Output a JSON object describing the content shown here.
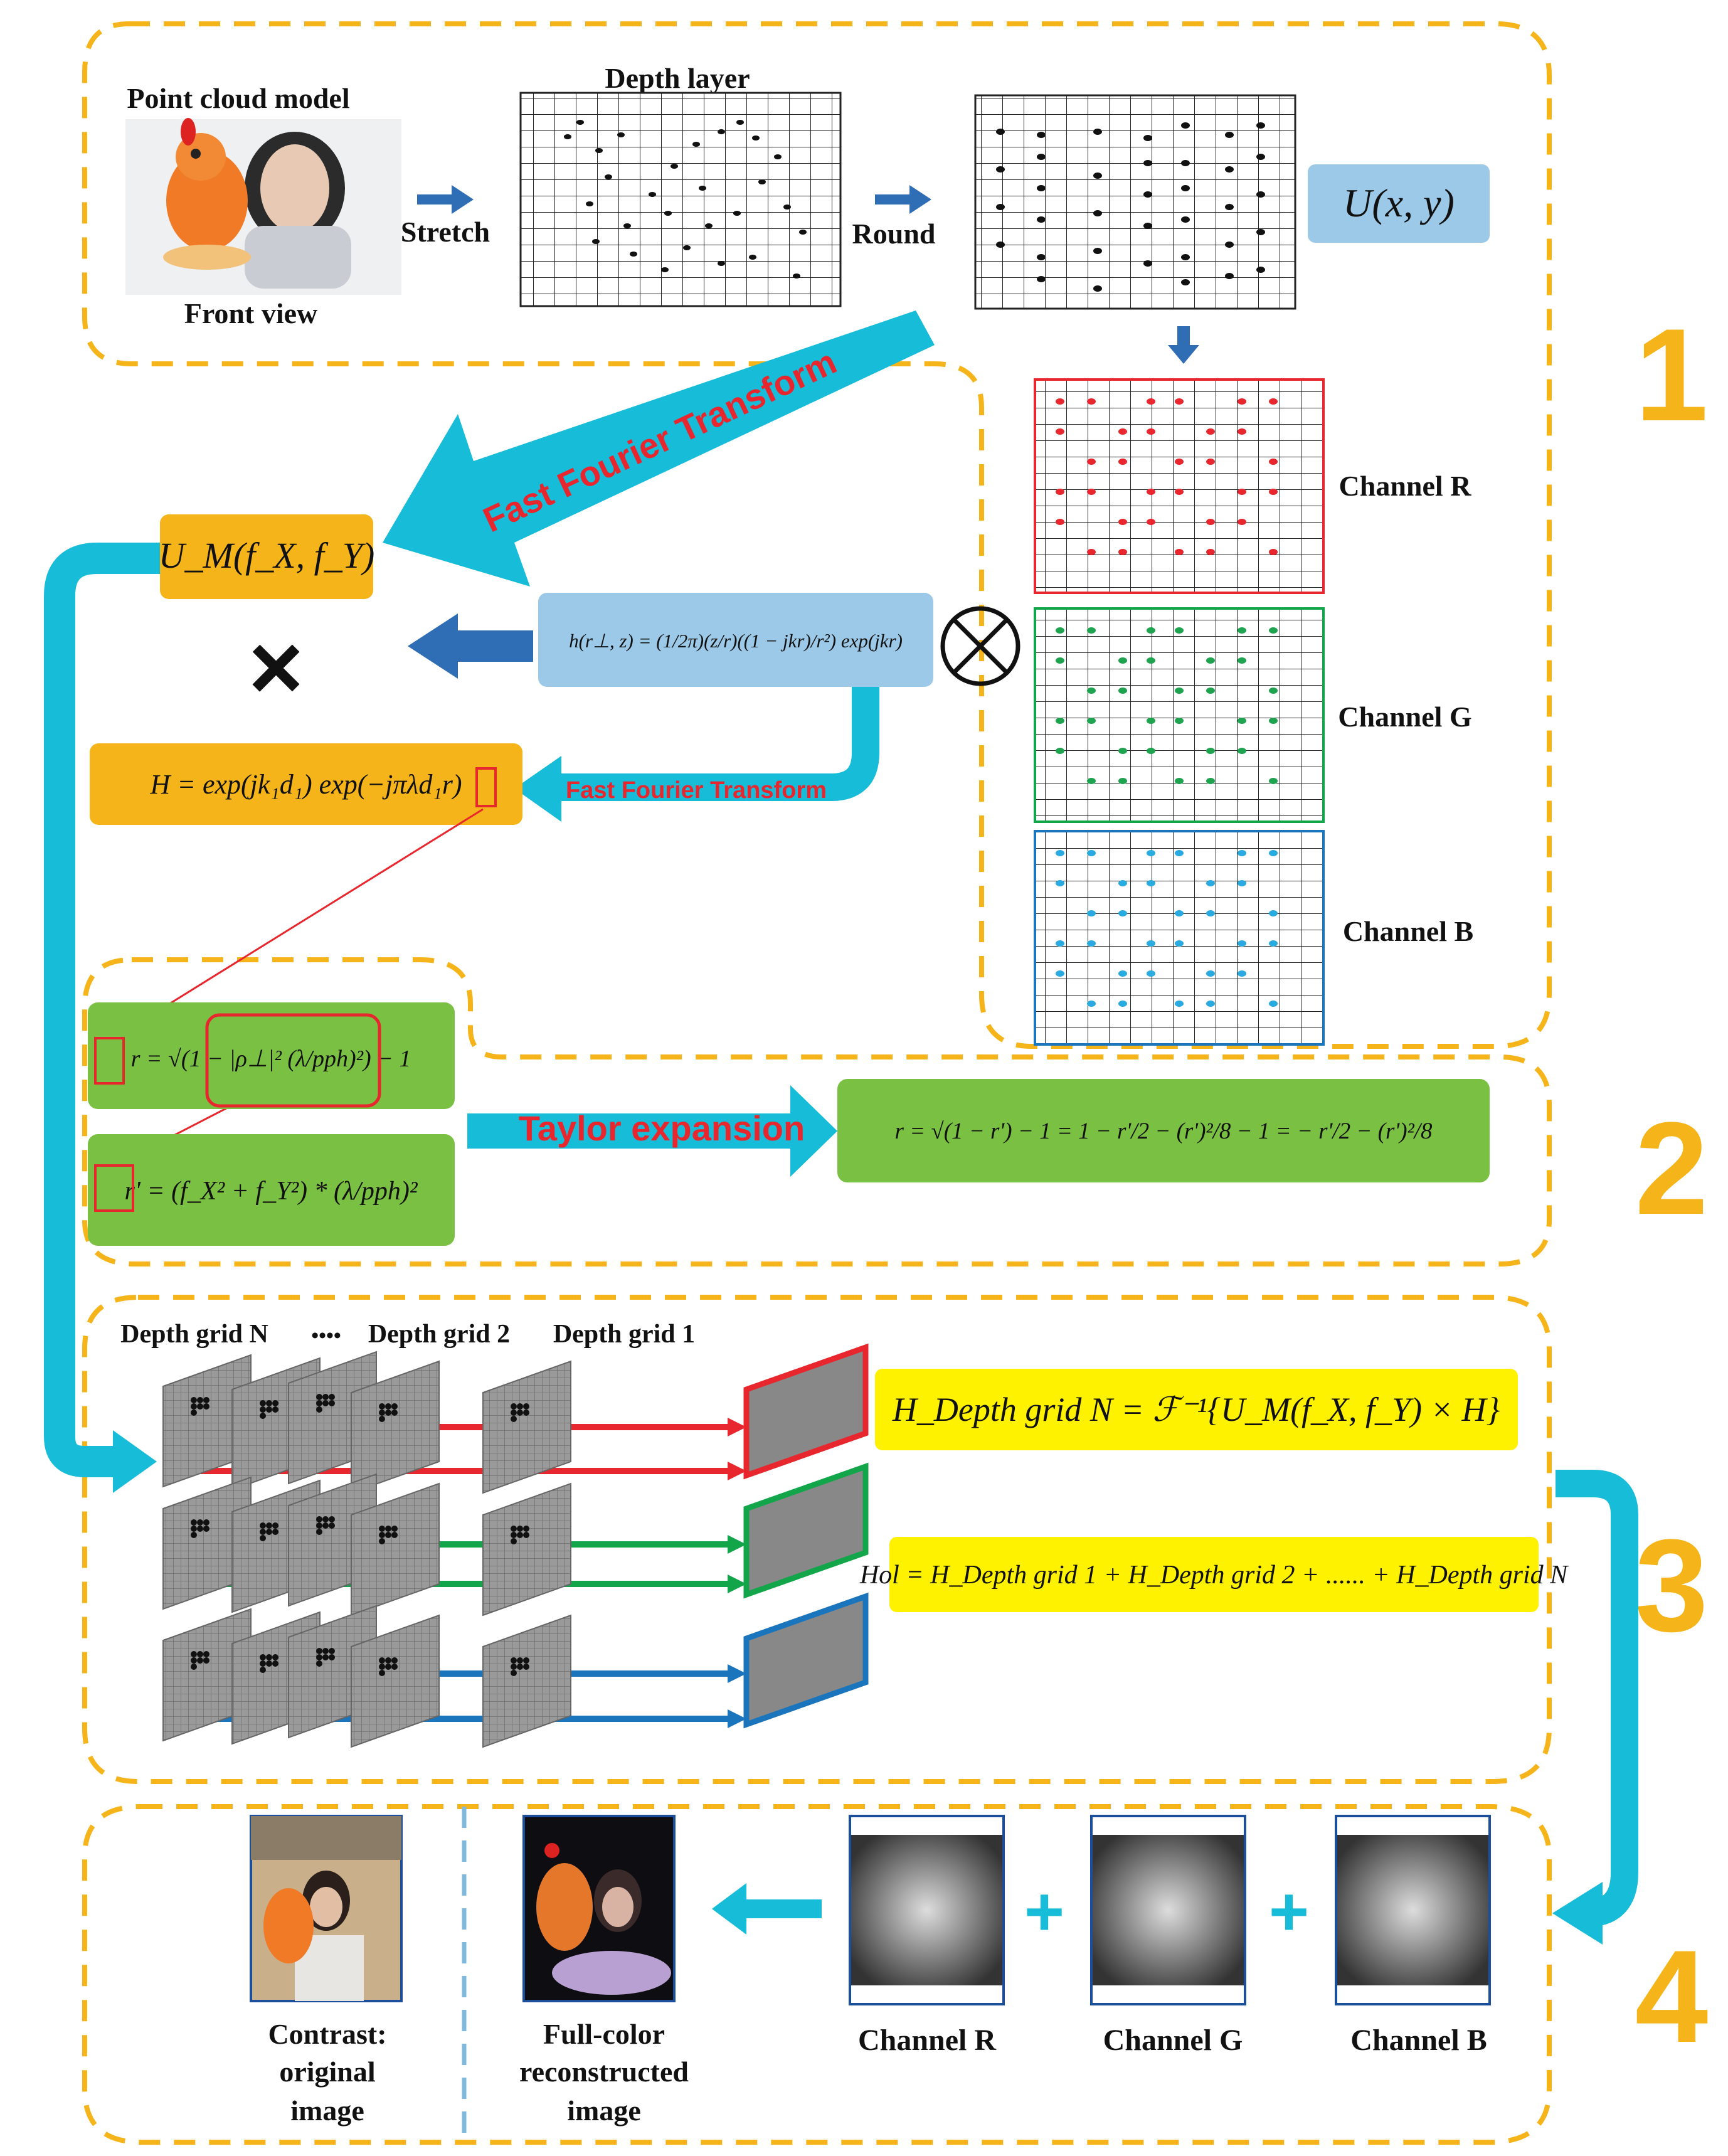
{
  "labels": {
    "point_cloud_model": "Point cloud model",
    "front_view": "Front view",
    "depth_layer": "Depth layer",
    "stretch": "Stretch",
    "round": "Round",
    "u_xy": "U(x, y)",
    "fft_big": "Fast Fourier Transform",
    "fft_small": "Fast Fourier Transform",
    "channel_r": "Channel R",
    "channel_g": "Channel G",
    "channel_b": "Channel B",
    "um_box": "U_M(f_X, f_Y)",
    "impulse_response": "h(r⊥, z) = (1/2π)(z/r)((1 − jkr)/r²) exp(jkr)",
    "transfer_function": "H = exp(jk₁d₁) exp(−jπλd₁r)",
    "r_formula": "r = √(1 − |ρ⊥|² (λ/pph)²) − 1",
    "r_prime_formula": "r' = (f_X² + f_Y²) * (λ/pph)²",
    "taylor_expansion": "Taylor expansion",
    "taylor_formula": "r = √(1 − r') − 1 = 1 − r'/2 − (r')²/8 − 1 = − r'/2 − (r')²/8",
    "depth_grid_n": "Depth grid N",
    "depth_grid_2": "Depth grid 2",
    "depth_grid_1": "Depth grid 1",
    "ellipsis": "••••",
    "h_depth_grid": "H_Depth grid N = ℱ⁻¹{U_M(f_X, f_Y) × H}",
    "hol_formula": "Hol = H_Depth grid 1 + H_Depth grid 2 + ...... + H_Depth grid N",
    "contrast_line1": "Contrast:",
    "contrast_line2": "original",
    "contrast_line3": "image",
    "fullcolor_line1": "Full-color",
    "fullcolor_line2": "reconstructed",
    "fullcolor_line3": "image",
    "out_channel_r": "Channel R",
    "out_channel_g": "Channel G",
    "out_channel_b": "Channel B",
    "plus": "+",
    "step1": "1",
    "step2": "2",
    "step3": "3",
    "step4": "4",
    "multiply": "×"
  },
  "colors": {
    "dashed_border": "#f5b51a",
    "cyan_arrow": "#17bcd9",
    "blue_arrow": "#2f6db5",
    "orange_box": "#f5b51a",
    "light_blue_box": "#9dc9e8",
    "green_box": "#7ac143",
    "yellow_box": "#fff200",
    "red": "#e8262d",
    "green": "#12a54a",
    "blue": "#1b75bc",
    "dot_red": "#e8262d",
    "dot_green": "#1ea34f",
    "dot_blue": "#29abe2",
    "step_number": "#f5b51a"
  },
  "icons": [
    "right-arrow-icon",
    "down-arrow-icon",
    "left-arrow-icon",
    "multiply-icon",
    "convolution-icon",
    "plus-icon"
  ]
}
